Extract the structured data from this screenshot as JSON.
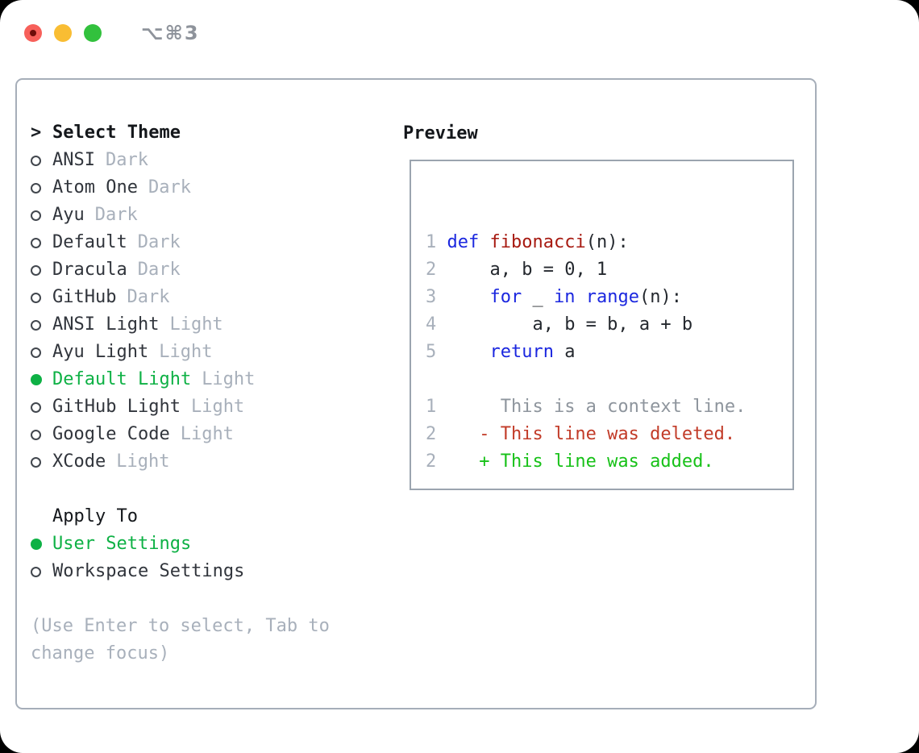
{
  "window": {
    "title": "⌥⌘3",
    "traffic_lights": {
      "close_color": "#f7605a",
      "minimize_color": "#f9bd33",
      "zoom_color": "#32c13d"
    }
  },
  "colors": {
    "accent_green": "#0eb145",
    "diff_added_green": "#17c118",
    "diff_deleted_red": "#c23b28",
    "keyword_blue": "#1b27df",
    "function_red": "#a71a11",
    "muted_gray": "#a8b0bb",
    "panel_border": "#a6aeb9"
  },
  "theme_panel": {
    "header": {
      "cursor": ">",
      "label": "Select Theme"
    },
    "themes": [
      {
        "name": "ANSI",
        "tag": "Dark",
        "selected": false
      },
      {
        "name": "Atom One",
        "tag": "Dark",
        "selected": false
      },
      {
        "name": "Ayu",
        "tag": "Dark",
        "selected": false
      },
      {
        "name": "Default",
        "tag": "Dark",
        "selected": false
      },
      {
        "name": "Dracula",
        "tag": "Dark",
        "selected": false
      },
      {
        "name": "GitHub",
        "tag": "Dark",
        "selected": false
      },
      {
        "name": "ANSI Light",
        "tag": "Light",
        "selected": false
      },
      {
        "name": "Ayu Light",
        "tag": "Light",
        "selected": false
      },
      {
        "name": "Default Light",
        "tag": "Light",
        "selected": true
      },
      {
        "name": "GitHub Light",
        "tag": "Light",
        "selected": false
      },
      {
        "name": "Google Code",
        "tag": "Light",
        "selected": false
      },
      {
        "name": "XCode",
        "tag": "Light",
        "selected": false
      }
    ],
    "apply_to": {
      "label": "Apply To",
      "options": [
        {
          "label": "User Settings",
          "selected": true
        },
        {
          "label": "Workspace Settings",
          "selected": false
        }
      ]
    },
    "hint_lines": [
      "(Use Enter to select, Tab to",
      "change focus)"
    ]
  },
  "preview": {
    "label": "Preview",
    "code_lines": [
      {
        "tokens": []
      },
      {
        "tokens": [
          {
            "t": "1 ",
            "c": "ln"
          },
          {
            "t": "def",
            "c": "kw"
          },
          {
            "t": " ",
            "c": "pl"
          },
          {
            "t": "fibonacci",
            "c": "fn"
          },
          {
            "t": "(n):",
            "c": "pl"
          }
        ]
      },
      {
        "tokens": [
          {
            "t": "2 ",
            "c": "ln"
          },
          {
            "t": "    a, b = 0, 1",
            "c": "pl"
          }
        ]
      },
      {
        "tokens": [
          {
            "t": "3 ",
            "c": "ln"
          },
          {
            "t": "    ",
            "c": "pl"
          },
          {
            "t": "for",
            "c": "kw"
          },
          {
            "t": " _ ",
            "c": "pl"
          },
          {
            "t": "in",
            "c": "kw"
          },
          {
            "t": " ",
            "c": "pl"
          },
          {
            "t": "range",
            "c": "kw"
          },
          {
            "t": "(n):",
            "c": "pl"
          }
        ]
      },
      {
        "tokens": [
          {
            "t": "4 ",
            "c": "ln"
          },
          {
            "t": "        a, b = b, a + b",
            "c": "pl"
          }
        ]
      },
      {
        "tokens": [
          {
            "t": "5 ",
            "c": "ln"
          },
          {
            "t": "    ",
            "c": "pl"
          },
          {
            "t": "return",
            "c": "kw"
          },
          {
            "t": " a",
            "c": "pl"
          }
        ]
      },
      {
        "tokens": []
      },
      {
        "tokens": [
          {
            "t": "1",
            "c": "ln"
          },
          {
            "t": "      This is a context line.",
            "c": "ctx"
          }
        ]
      },
      {
        "tokens": [
          {
            "t": "2",
            "c": "ln"
          },
          {
            "t": "    - This line was deleted.",
            "c": "del"
          }
        ]
      },
      {
        "tokens": [
          {
            "t": "2",
            "c": "ln"
          },
          {
            "t": "    + This line was added.",
            "c": "add"
          }
        ]
      }
    ]
  }
}
